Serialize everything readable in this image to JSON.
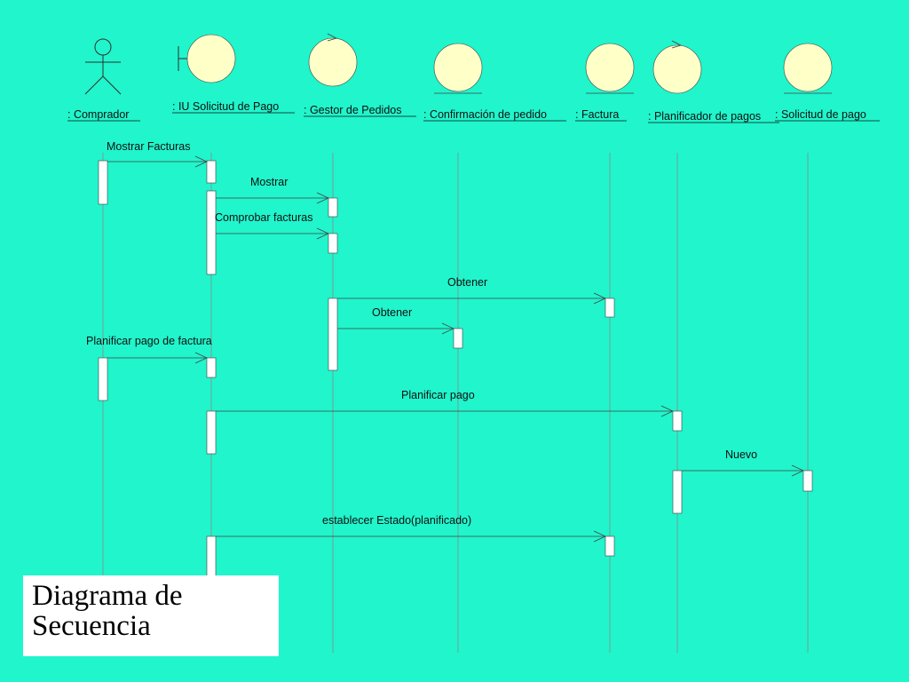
{
  "title_box": {
    "line1": "Diagrama de",
    "line2": "Secuencia"
  },
  "colors": {
    "background": "#20f5cc",
    "object_fill": "#ffffc8",
    "line": "#202020"
  },
  "objects": [
    {
      "id": "comprador",
      "name": ": Comprador",
      "kind": "actor"
    },
    {
      "id": "iu",
      "name": ": IU Solicitud de Pago",
      "kind": "boundary"
    },
    {
      "id": "gestor",
      "name": ": Gestor de Pedidos",
      "kind": "control"
    },
    {
      "id": "confirmacion",
      "name": ": Confirmación de pedido",
      "kind": "entity"
    },
    {
      "id": "factura",
      "name": ": Factura",
      "kind": "entity"
    },
    {
      "id": "planificador",
      "name": ": Planificador de pagos",
      "kind": "control"
    },
    {
      "id": "solicitud",
      "name": ": Solicitud de pago",
      "kind": "entity"
    }
  ],
  "messages": [
    {
      "from": "comprador",
      "to": "iu",
      "label": "Mostrar Facturas"
    },
    {
      "from": "iu",
      "to": "gestor",
      "label": "Mostrar"
    },
    {
      "from": "iu",
      "to": "gestor",
      "label": "Comprobar facturas"
    },
    {
      "from": "gestor",
      "to": "factura",
      "label": "Obtener"
    },
    {
      "from": "gestor",
      "to": "confirmacion",
      "label": "Obtener"
    },
    {
      "from": "comprador",
      "to": "iu",
      "label": "Planificar pago de factura"
    },
    {
      "from": "iu",
      "to": "planificador",
      "label": "Planificar pago"
    },
    {
      "from": "planificador",
      "to": "solicitud",
      "label": "Nuevo"
    },
    {
      "from": "iu",
      "to": "factura",
      "label": "establecer Estado(planificado)"
    }
  ]
}
